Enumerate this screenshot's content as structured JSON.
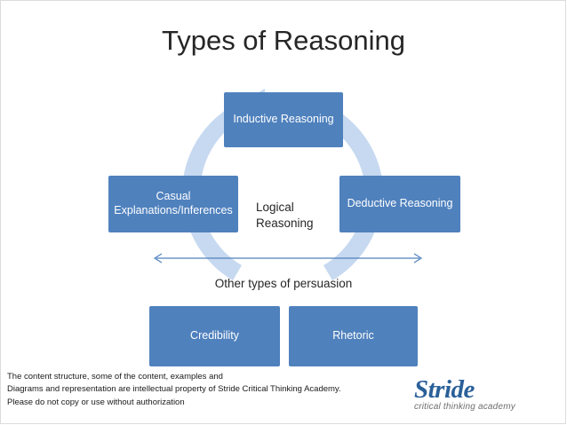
{
  "title": "Types of Reasoning",
  "diagram": {
    "center_label": "Logical Reasoning",
    "other_label": "Other types of persuasion",
    "nodes": [
      {
        "id": "inductive",
        "label": "Inductive Reasoning"
      },
      {
        "id": "deductive",
        "label": "Deductive Reasoning"
      },
      {
        "id": "casual",
        "label": "Casual Explanations/Inferences"
      },
      {
        "id": "rhetoric",
        "label": "Rhetoric"
      },
      {
        "id": "credibility",
        "label": "Credibility"
      }
    ],
    "colors": {
      "node_fill": "#4f81bd",
      "node_text": "#ffffff",
      "ring": "#c6d9f0",
      "arrow_line": "#4f81bd"
    }
  },
  "footnote": {
    "line1": "The content structure, some of the content, examples  and",
    "line2": "Diagrams and representation are intellectual property of  Stride Critical Thinking Academy.",
    "line3": "Please do not copy or use without authorization"
  },
  "logo": {
    "word": "Stride",
    "tagline": "critical thinking academy"
  }
}
